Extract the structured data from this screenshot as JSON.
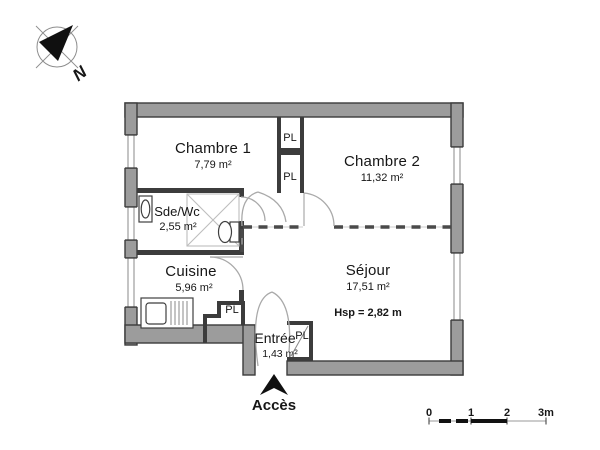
{
  "compass": {
    "north_label": "N"
  },
  "rooms": {
    "chambre1": {
      "name": "Chambre 1",
      "area": "7,79 m²"
    },
    "chambre2": {
      "name": "Chambre 2",
      "area": "11,32 m²"
    },
    "sdewc": {
      "name": "Sde/Wc",
      "area": "2,55 m²"
    },
    "cuisine": {
      "name": "Cuisine",
      "area": "5,96 m²"
    },
    "sejour": {
      "name": "Séjour",
      "area": "17,51 m²",
      "ceiling_height": "Hsp = 2,82 m"
    },
    "entree": {
      "name": "Entrée",
      "area": "1,43 m²"
    }
  },
  "closets": {
    "pl1": "PL",
    "pl2": "PL",
    "pl_cuisine": "PL",
    "pl_entree": "PL"
  },
  "access": {
    "label": "Accès"
  },
  "scale_bar": {
    "ticks": [
      "0",
      "1",
      "2",
      "3m"
    ]
  },
  "colors": {
    "wall_fill": "#9c9c9c",
    "wall_outline": "#3c3c3c",
    "ink": "#161616"
  }
}
